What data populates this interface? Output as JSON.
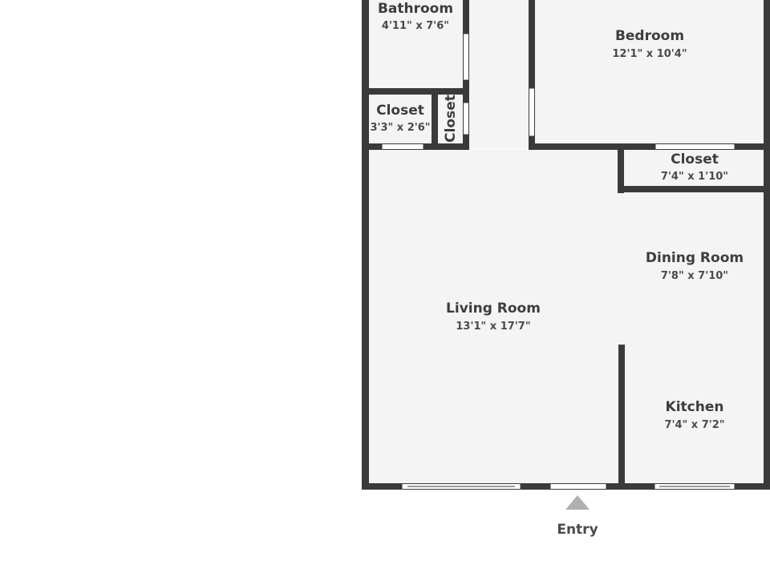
{
  "rooms": {
    "bathroom": {
      "name": "Bathroom",
      "dims": "4'11\" x 7'6\""
    },
    "bedroom": {
      "name": "Bedroom",
      "dims": "12'1\" x 10'4\""
    },
    "closet_small": {
      "name": "Closet",
      "dims": "3'3\" x 2'6\""
    },
    "closet_narrow": {
      "name": "Closet"
    },
    "closet_bedroom": {
      "name": "Closet",
      "dims": "7'4\" x 1'10\""
    },
    "dining": {
      "name": "Dining Room",
      "dims": "7'8\" x 7'10\""
    },
    "living": {
      "name": "Living Room",
      "dims": "13'1\" x 17'7\""
    },
    "kitchen": {
      "name": "Kitchen",
      "dims": "7'4\" x 7'2\""
    }
  },
  "entry": {
    "label": "Entry"
  },
  "colors": {
    "wall": "#3a3a3a",
    "floor": "#f4f4f4",
    "window": "#ffffff",
    "arrow": "#b0b0b0"
  }
}
